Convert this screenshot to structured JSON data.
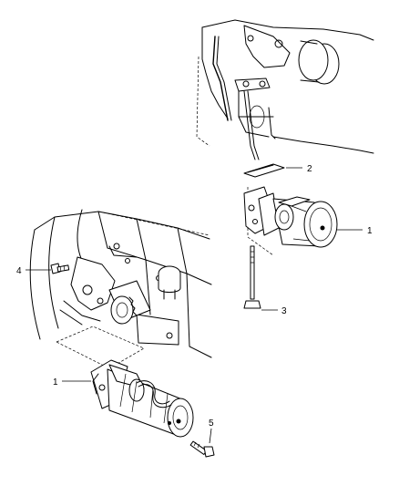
{
  "callouts": {
    "c1_top": "1",
    "c2": "2",
    "c3": "3",
    "c4": "4",
    "c1_bottom": "1",
    "c5": "5"
  }
}
